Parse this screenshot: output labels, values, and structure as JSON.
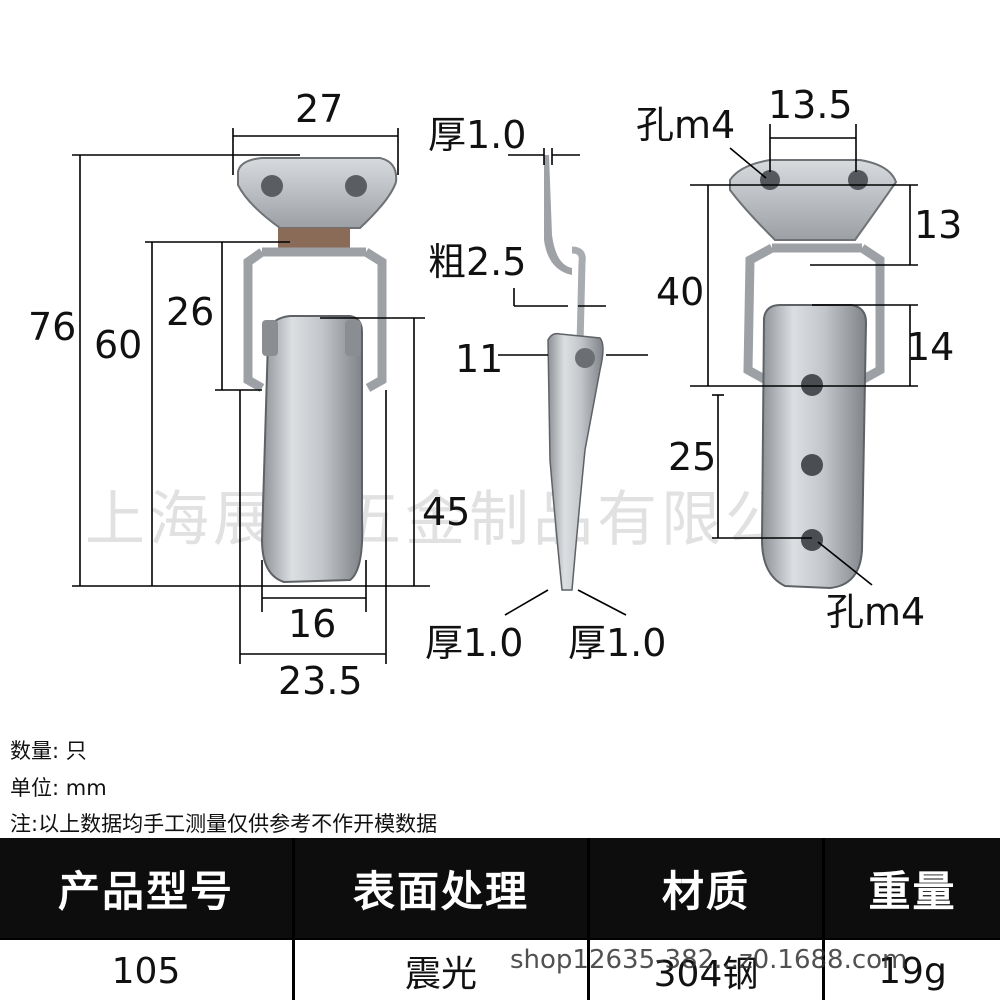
{
  "dimensions": {
    "front": {
      "top_width": "27",
      "total_height": "76",
      "body_height": "60",
      "wire_height": "26",
      "lower_height": "45",
      "hook_width": "16",
      "body_width": "23.5"
    },
    "side": {
      "top_thickness": "厚1.0",
      "wire_thickness": "粗2.5",
      "depth": "11",
      "bottom_left_thickness": "厚1.0",
      "bottom_right_thickness": "厚1.0"
    },
    "back": {
      "top_hole": "孔m4",
      "hole_spacing": "13.5",
      "plate_height": "13",
      "upper_height": "40",
      "mid_height": "14",
      "hole_pitch": "25",
      "bottom_hole": "孔m4"
    }
  },
  "watermark_text": "上海展粤五金制品有限公司",
  "info": {
    "quantity": "数量: 只",
    "unit": "单位: mm",
    "note": "注:以上数据均手工测量仅供参考不作开模数据"
  },
  "table": {
    "headers": [
      "产品型号",
      "表面处理",
      "材质",
      "重量"
    ],
    "row": [
      "105",
      "震光",
      "304钢",
      "19g"
    ]
  },
  "shop_url": "shop12635-382...z0.1688.com",
  "colors": {
    "steel": "#b8bcc0",
    "header_bg": "#0d0d0d",
    "header_text": "#ffffff"
  }
}
